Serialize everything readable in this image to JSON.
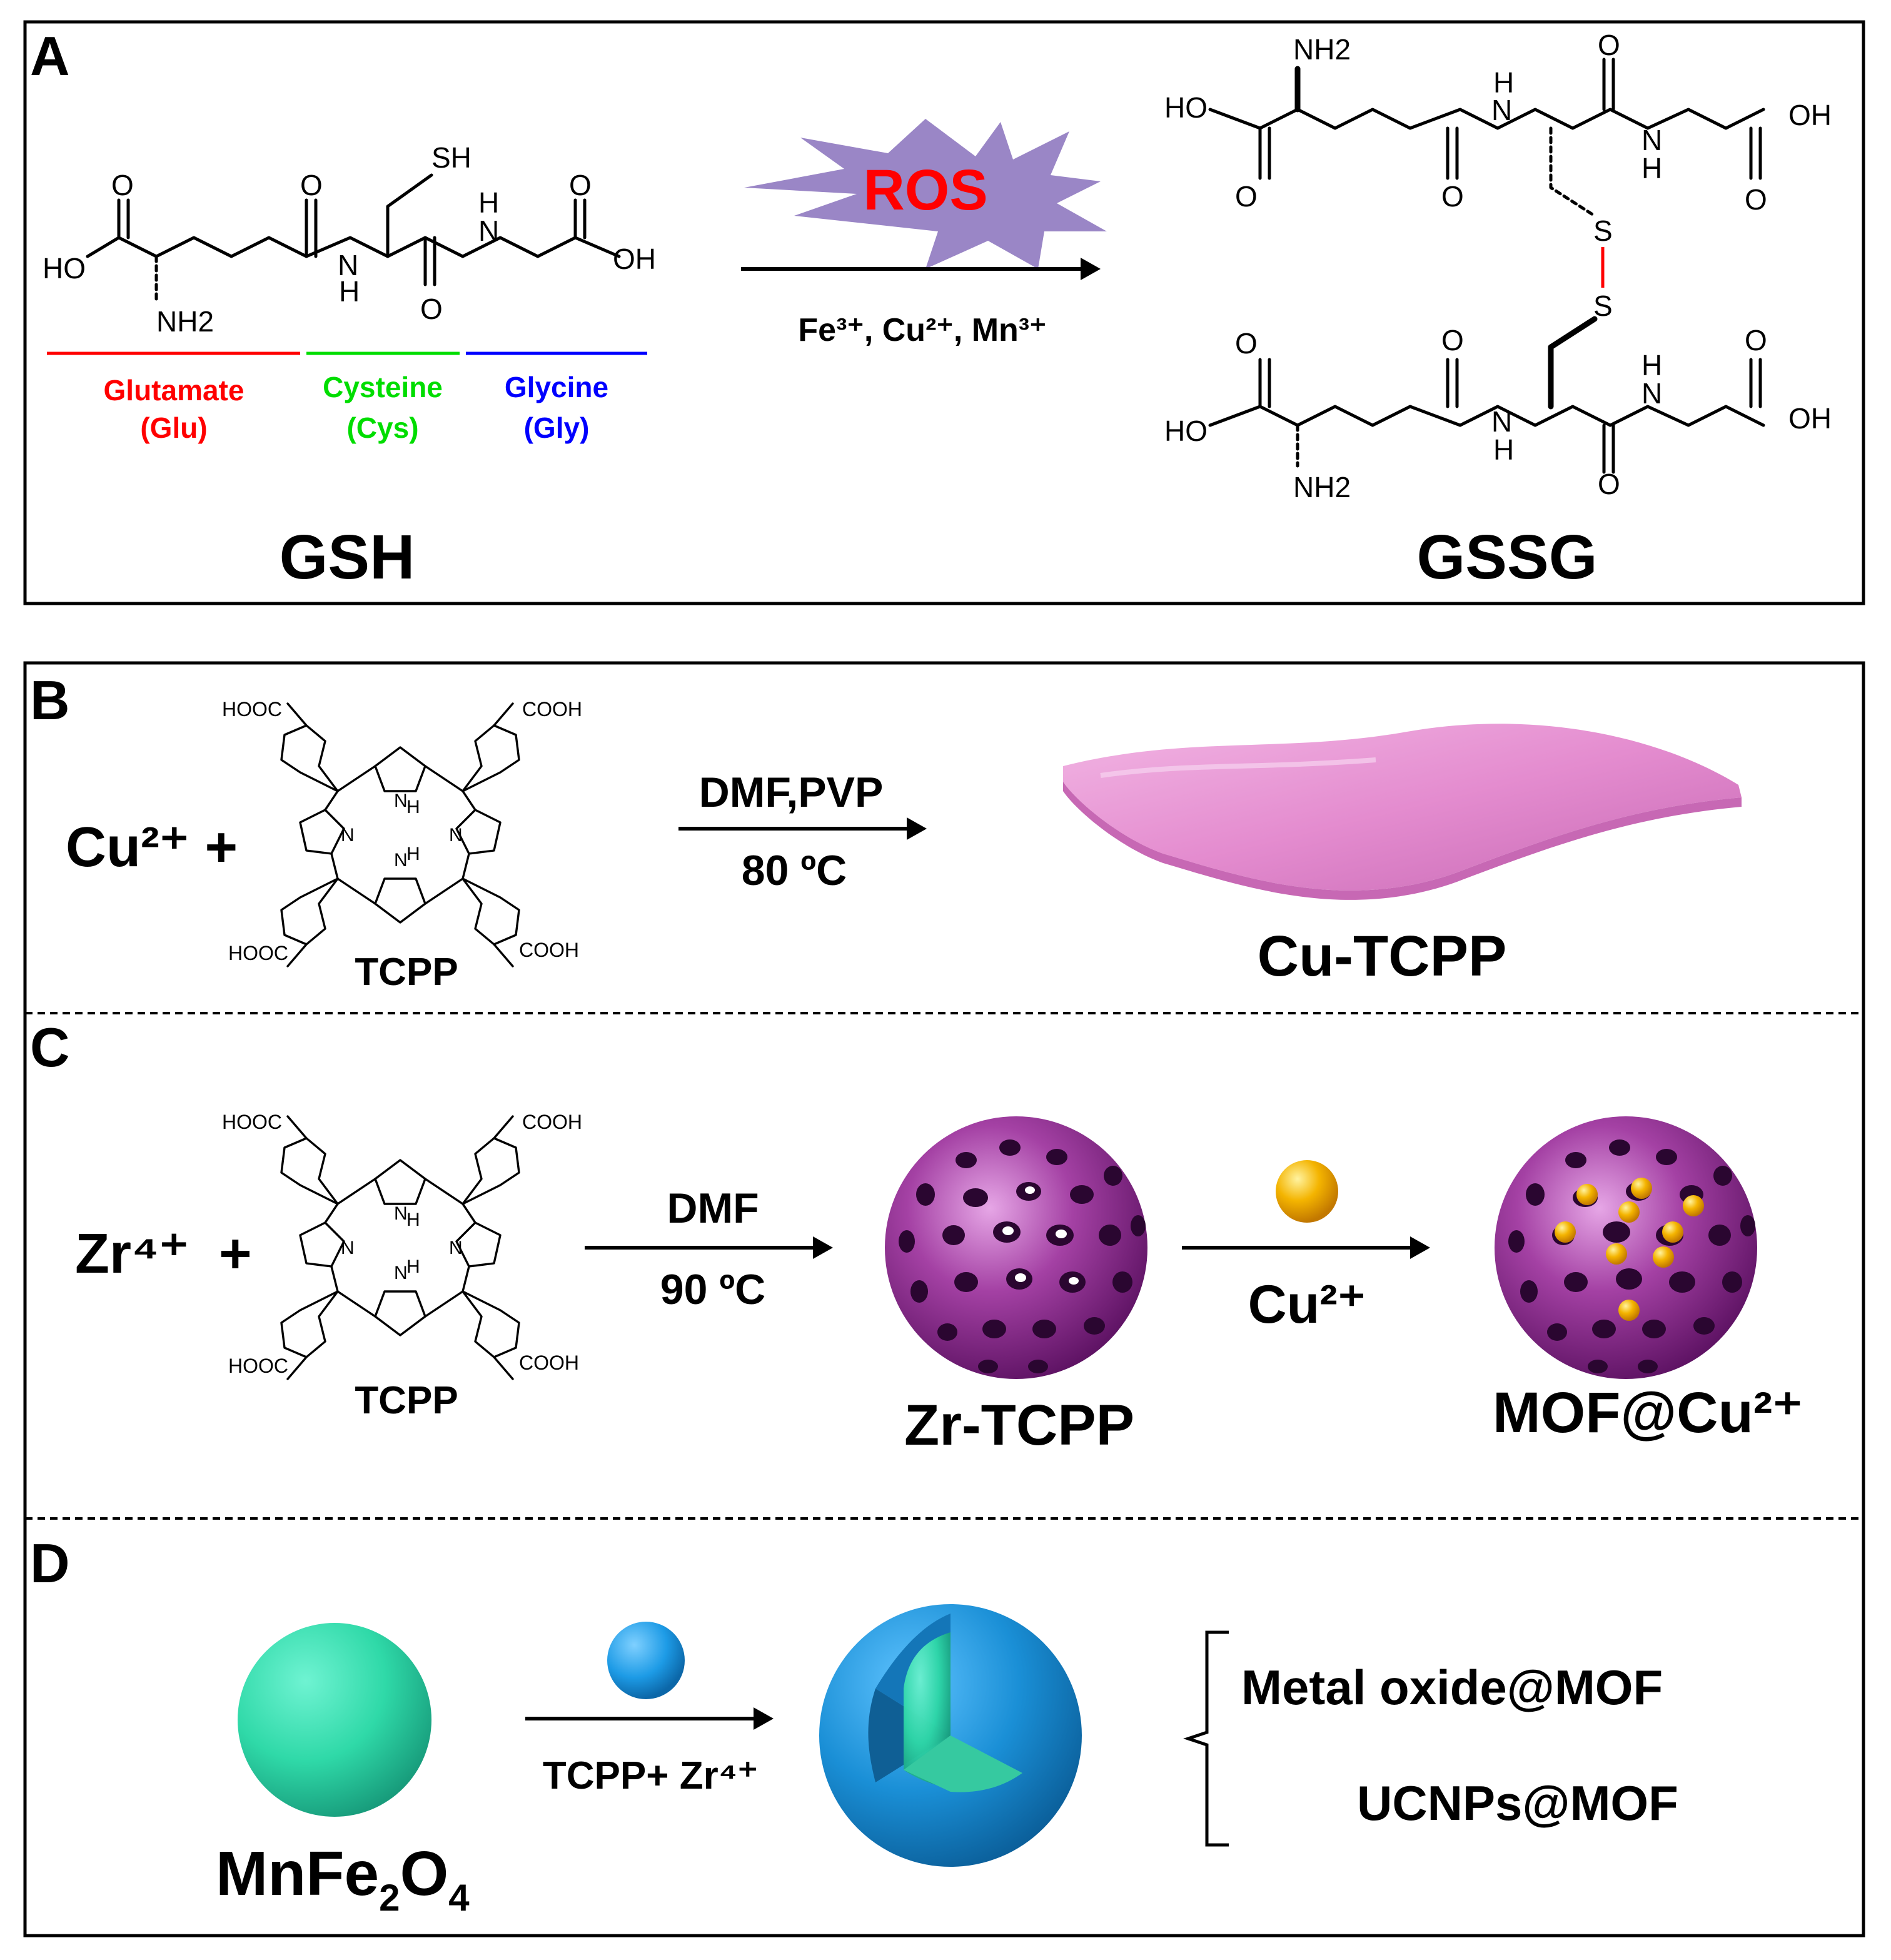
{
  "panels": {
    "A": {
      "label": "A",
      "gsh": {
        "name": "GSH",
        "atoms": {
          "ho": "HO",
          "o1": "O",
          "nh2": "NH2",
          "o2": "O",
          "nh": "N",
          "h1": "H",
          "sh": "SH",
          "o3": "O",
          "h2": "H",
          "n2": "N",
          "o4": "O",
          "oh": "OH"
        },
        "segments": [
          {
            "name": "Glutamate",
            "abbr": "(Glu)",
            "color": "#ff0000"
          },
          {
            "name": "Cysteine",
            "abbr": "(Cys)",
            "color": "#00dd00"
          },
          {
            "name": "Glycine",
            "abbr": "(Gly)",
            "color": "#0000ff"
          }
        ]
      },
      "reaction": {
        "ros": "ROS",
        "catalysts": "Fe³⁺, Cu²⁺, Mn³⁺"
      },
      "gssg": {
        "name": "GSSG",
        "top": {
          "nh2": "NH2",
          "ho": "HO",
          "o1": "O",
          "h": "H",
          "n": "N",
          "o2": "O",
          "o3": "O",
          "n2": "N",
          "h2": "H",
          "o4": "O",
          "oh": "OH"
        },
        "s1": "S",
        "s2": "S",
        "bottom": {
          "o1": "O",
          "ho": "HO",
          "nh2": "NH2",
          "o2": "O",
          "n": "N",
          "h": "H",
          "o3": "O",
          "h2": "H",
          "n2": "N",
          "o4": "O",
          "oh": "OH"
        }
      }
    },
    "B": {
      "label": "B",
      "reactant": "Cu²⁺ +",
      "linker": {
        "name": "TCPP",
        "cooh_tl": "HOOC",
        "cooh_tr": "COOH",
        "cooh_bl": "HOOC",
        "cooh_br": "COOH",
        "n": "N",
        "nh": "N",
        "h": "H"
      },
      "conditions": {
        "top": "DMF,PVP",
        "bottom": "80 ºC"
      },
      "product": "Cu-TCPP"
    },
    "C": {
      "label": "C",
      "reactant": "Zr⁴⁺",
      "plus": "+",
      "linker": {
        "name": "TCPP",
        "cooh_tl": "HOOC",
        "cooh_tr": "COOH",
        "cooh_bl": "HOOC",
        "cooh_br": "COOH",
        "n": "N",
        "nh": "N",
        "h": "H"
      },
      "step1": {
        "top": "DMF",
        "bottom": "90 ºC"
      },
      "intermediate": "Zr-TCPP",
      "step2": {
        "bottom": "Cu²⁺"
      },
      "product": "MOF@Cu²⁺"
    },
    "D": {
      "label": "D",
      "core": "MnFe",
      "core_sub1": "2",
      "core_mid": "O",
      "core_sub2": "4",
      "conditions": "TCPP+ Zr⁴⁺",
      "options": [
        "Metal oxide@MOF",
        "UCNPs@MOF"
      ]
    }
  },
  "colors": {
    "ros_star": "#9a86c6",
    "ros_text": "#ff0000",
    "ss_bond": "#ff0000",
    "nanosheet": "#e48ccf",
    "mof_sphere": "#8e2c8e",
    "cu_dot": "#f4b400",
    "core_sphere": "#2fd9a8",
    "shell_sphere": "#1a8fd6"
  }
}
